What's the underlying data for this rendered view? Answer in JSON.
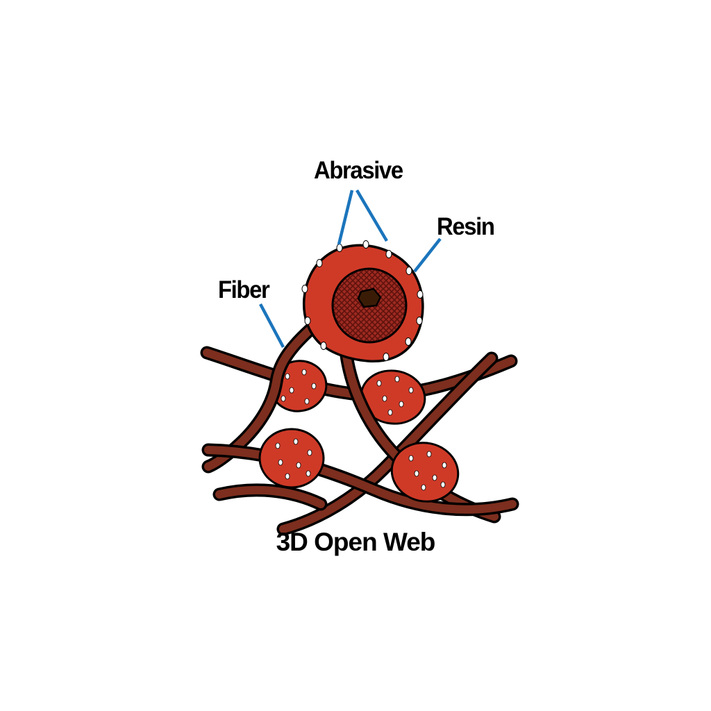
{
  "diagram": {
    "title": "3D Open Web",
    "labels": {
      "abrasive": "Abrasive",
      "resin": "Resin",
      "fiber": "Fiber"
    }
  },
  "colors": {
    "background": "#ffffff",
    "text": "#000000",
    "callout_line": "#1b75bc",
    "fiber_strand": "#7d2e1e",
    "abrasive_particle": "#cf3a27",
    "resin_fill": "#9e2a21",
    "resin_hatch": "#5f120d",
    "fiber_core": "#3a1c06",
    "outline": "#000000",
    "speck": "#ffffff"
  }
}
